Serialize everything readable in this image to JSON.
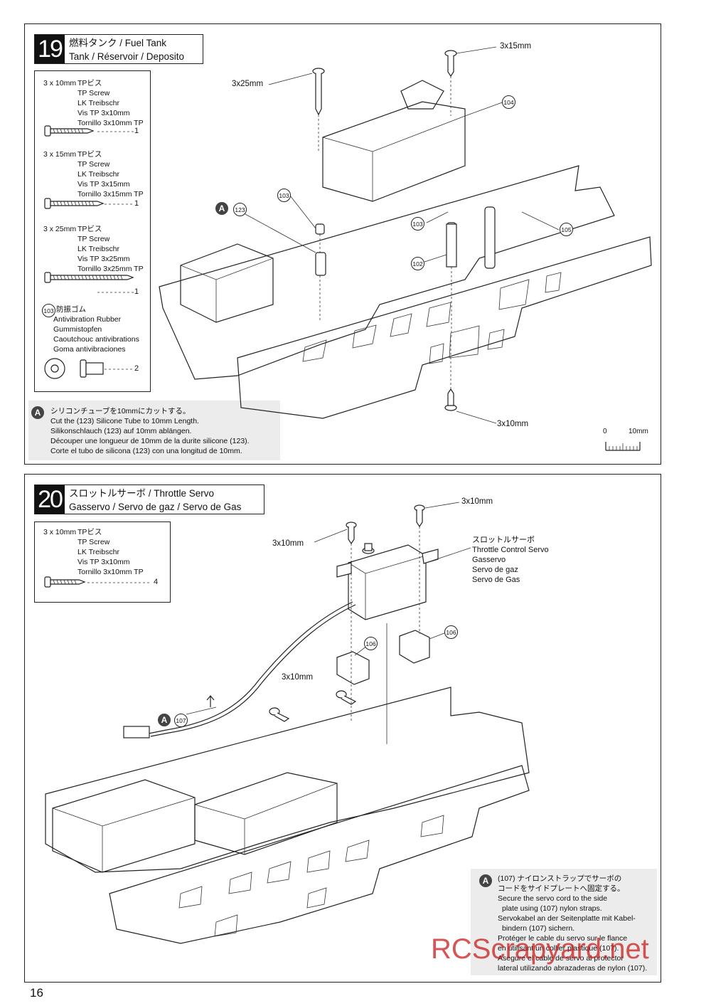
{
  "page_number": "16",
  "watermark": "RCScrapyard.net",
  "step19": {
    "number": "19",
    "title_line1": "燃料タンク / Fuel Tank",
    "title_line2": "Tank / Réservoir / Deposito",
    "parts": [
      {
        "size": "3 x 10mm",
        "names": [
          "TPビス",
          "TP Screw",
          "LK Treibschr",
          "Vis TP 3x10mm",
          "Tornillo 3x10mm TP"
        ],
        "qty": "1"
      },
      {
        "size": "3 x 15mm",
        "names": [
          "TPビス",
          "TP Screw",
          "LK Treibschr",
          "Vis TP 3x15mm",
          "Tornillo 3x15mm TP"
        ],
        "qty": "1"
      },
      {
        "size": "3 x 25mm",
        "names": [
          "TPビス",
          "TP Screw",
          "LK Treibschr",
          "Vis TP 3x25mm",
          "Tornillo 3x25mm TP"
        ],
        "qty": "1"
      }
    ],
    "rubber": {
      "num": "103",
      "names": [
        "防振ゴム",
        "Antivibration Rubber",
        "Gummistopfen",
        "Caoutchouc antivibrations",
        "Goma antivibraciones"
      ],
      "qty": "2"
    },
    "note": {
      "badge": "A",
      "lines": [
        "シリコンチューブを10mmにカットする。",
        "Cut the (123) Silicone Tube to 10mm Length.",
        "Silikonschlauch (123) auf 10mm ablängen.",
        "Découper une longueur de 10mm de la durite silicone (123).",
        "Corte el tubo de silicona (123) con una longitud de 10mm."
      ]
    },
    "callouts": {
      "screw_top_right": "3x15mm",
      "screw_top_left": "3x25mm",
      "screw_bottom": "3x10mm",
      "tank": "104",
      "rubber_a": "103",
      "rubber_b": "103",
      "tube": "123",
      "post": "102",
      "frame": "105",
      "badge": "A"
    },
    "scale": {
      "zero": "0",
      "ten": "10mm"
    }
  },
  "step20": {
    "number": "20",
    "title_line1": "スロットルサーボ / Throttle Servo",
    "title_line2": "Gasservo / Servo de gaz / Servo de Gas",
    "parts": [
      {
        "size": "3 x 10mm",
        "names": [
          "TPビス",
          "TP Screw",
          "LK Treibschr",
          "Vis TP 3x10mm",
          "Tornillo 3x10mm TP"
        ],
        "qty": "4"
      }
    ],
    "servo_label": [
      "スロットルサーボ",
      "Throttle Control Servo",
      "Gasservo",
      "Servo de gaz",
      "Servo de Gas"
    ],
    "callouts": {
      "screw_top_right": "3x10mm",
      "screw_top_left": "3x10mm",
      "screw_mid": "3x10mm",
      "mount_a": "106",
      "mount_b": "106",
      "strap": "107",
      "badge": "A"
    },
    "note": {
      "badge": "A",
      "lines": [
        "(107) ナイロンストラップでサーボの",
        "コードをサイドプレートへ固定する。",
        "Secure the servo cord to the side",
        "plate using (107) nylon straps.",
        "Servokabel an der Seitenplatte mit Kabel-",
        "bindern (107) sichern.",
        "Protéger le cable du servo sur le flance",
        "en utilisant un collier plastique (107).",
        "Asegure el cable de servo al protector",
        "lateral utilizando abrazaderas de nylon (107)."
      ]
    }
  }
}
